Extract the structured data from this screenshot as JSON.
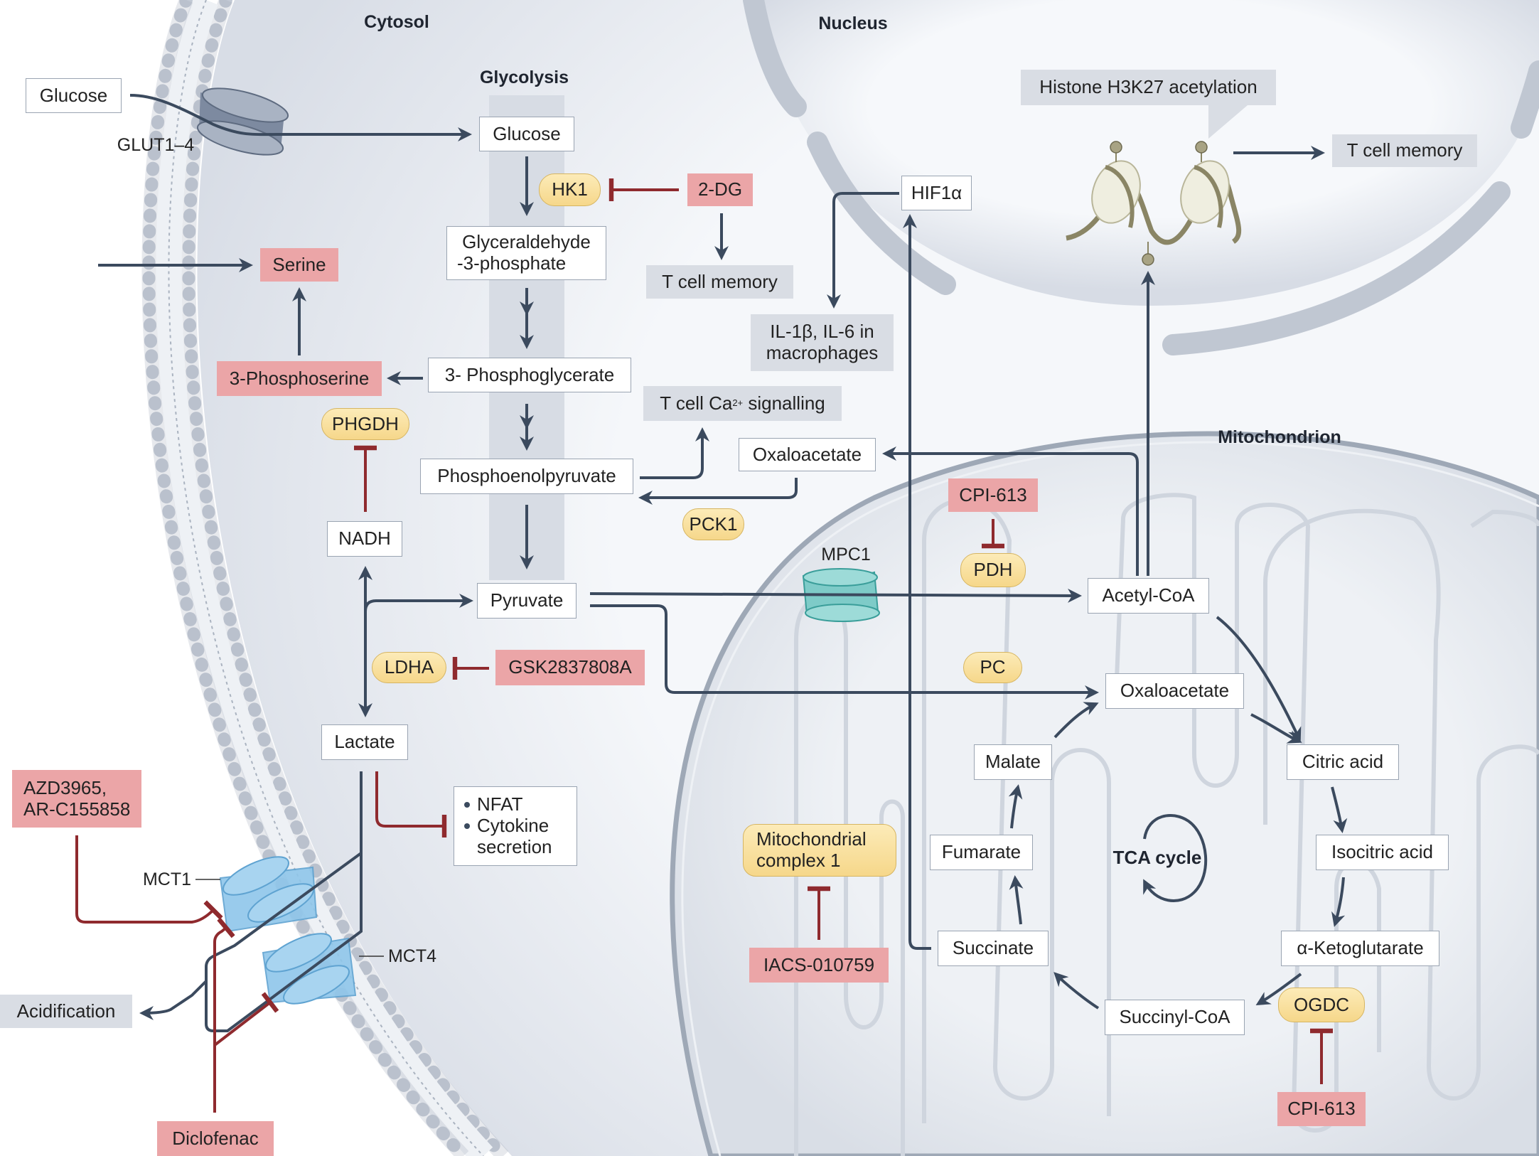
{
  "compartments": {
    "cytosol": "Cytosol",
    "nucleus": "Nucleus",
    "mitochondrion": "Mitochondrion",
    "glycolysis": "Glycolysis",
    "tca_cycle": "TCA cycle"
  },
  "transporters": {
    "glut": "GLUT1–4",
    "mpc1": "MPC1",
    "mct1": "MCT1",
    "mct4": "MCT4"
  },
  "metabolites": {
    "glucose_extracellular": "Glucose",
    "glucose": "Glucose",
    "g3p_line1": "Glyceraldehyde",
    "g3p_line2": "-3-phosphate",
    "phosphoglycerate": "3- Phosphoglycerate",
    "pep": "Phosphoenolpyruvate",
    "pyruvate": "Pyruvate",
    "lactate": "Lactate",
    "nadh": "NADH",
    "oxaloacetate_cytosol": "Oxaloacetate",
    "hif1a": "HIF1α",
    "acetyl_coa": "Acetyl-CoA",
    "oxaloacetate_mito": "Oxaloacetate",
    "citric_acid": "Citric acid",
    "isocitric_acid": "Isocitric acid",
    "akg": "α-Ketoglutarate",
    "succinyl_coa": "Succinyl-CoA",
    "succinate": "Succinate",
    "fumarate": "Fumarate",
    "malate": "Malate"
  },
  "enzymes": {
    "hk1": "HK1",
    "phgdh": "PHGDH",
    "pck1": "PCK1",
    "ldha": "LDHA",
    "pdh": "PDH",
    "pc": "PC",
    "ogdc": "OGDC",
    "complex1_line1": "Mitochondrial",
    "complex1_line2": "complex 1"
  },
  "drugs": {
    "serine": "Serine",
    "phosphoserine": "3-Phosphoserine",
    "two_dg": "2-DG",
    "cpi613_top": "CPI-613",
    "gsk": "GSK2837808A",
    "azd_line1": "AZD3965,",
    "azd_line2": "AR-C155858",
    "diclofenac": "Diclofenac",
    "iacs": "IACS-010759",
    "cpi613_bottom": "CPI-613"
  },
  "outcomes": {
    "tcell_memory_2dg": "T cell memory",
    "il_line1": "IL-1β, IL-6 in",
    "il_line2": "macrophages",
    "ca_prefix": "T cell Ca",
    "ca_sup": "2+",
    "ca_suffix": " signalling",
    "histone": "Histone H3K27 acetylation",
    "tcell_memory_nucleus": "T cell memory",
    "acidification": "Acidification",
    "nfat_items": [
      "NFAT",
      "Cytokine",
      "secretion"
    ]
  },
  "colors": {
    "arrow": "#3b4a5e",
    "inhibit": "#8f2a2e",
    "drug_fill": "#eba5a7",
    "enzyme_fill": "#f8dc95",
    "outcome_fill": "#d9dde4",
    "membrane": "#b9c1cd",
    "mct": "#8fc6ea",
    "mpc": "#7ecbc8",
    "histone_dna": "#8a8565"
  }
}
